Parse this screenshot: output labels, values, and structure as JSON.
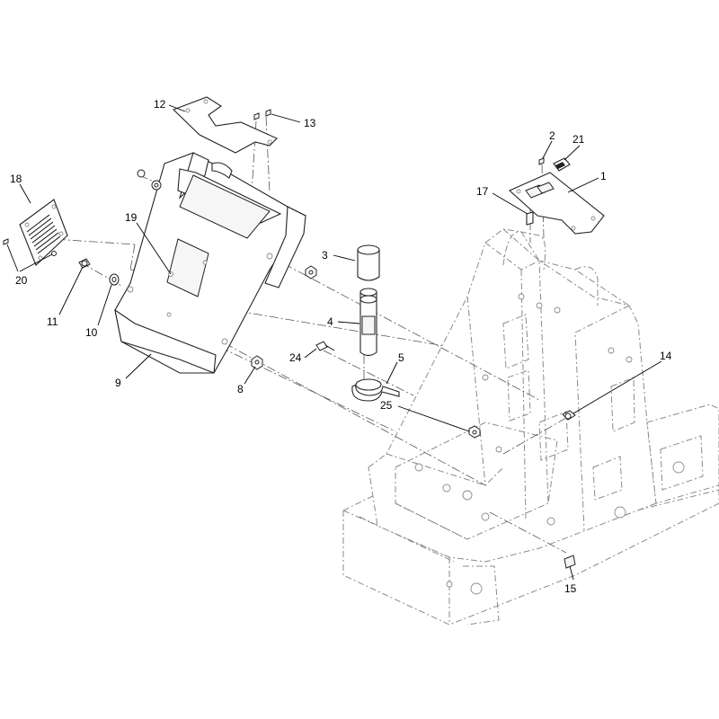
{
  "callouts": [
    {
      "id": "c1",
      "text": "1"
    },
    {
      "id": "c2",
      "text": "2"
    },
    {
      "id": "c3",
      "text": "3"
    },
    {
      "id": "c4",
      "text": "4"
    },
    {
      "id": "c5",
      "text": "5"
    },
    {
      "id": "c8",
      "text": "8"
    },
    {
      "id": "c9",
      "text": "9"
    },
    {
      "id": "c10",
      "text": "10"
    },
    {
      "id": "c11",
      "text": "11"
    },
    {
      "id": "c12",
      "text": "12"
    },
    {
      "id": "c13",
      "text": "13"
    },
    {
      "id": "c14",
      "text": "14"
    },
    {
      "id": "c15",
      "text": "15"
    },
    {
      "id": "c17",
      "text": "17"
    },
    {
      "id": "c18",
      "text": "18"
    },
    {
      "id": "c19",
      "text": "19"
    },
    {
      "id": "c20",
      "text": "20"
    },
    {
      "id": "c21",
      "text": "21"
    },
    {
      "id": "c24",
      "text": "24"
    },
    {
      "id": "c25",
      "text": "25"
    }
  ]
}
